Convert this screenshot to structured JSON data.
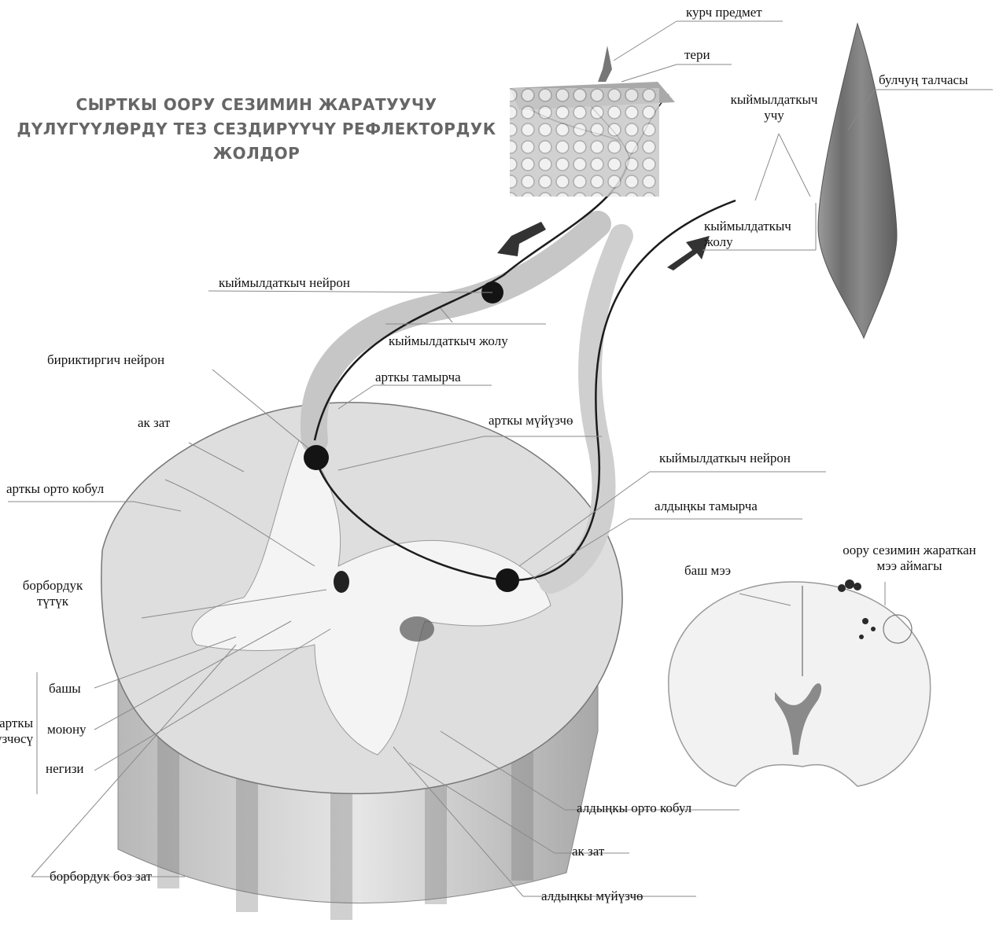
{
  "title": {
    "line1": "СЫРТКЫ ООРУ СЕЗИМИН ЖАРАТУУЧУ",
    "line2": "ДҮЛҮГҮҮЛӨРДҮ ТЕЗ СЕЗДИРҮҮЧҮ РЕФЛЕКТОРДУК",
    "line3": "ЖОЛДОР"
  },
  "labels": {
    "sharp_object": "курч предмет",
    "skin": "тери",
    "muscle_fiber": "булчуң талчасы",
    "motor_ending_1": "кыймылдаткыч",
    "motor_ending_2": "учу",
    "motor_path_right_1": "кыймылдаткыч",
    "motor_path_right_2": "жолу",
    "motor_neuron_top": "кыймылдаткыч нейрон",
    "motor_path_mid": "кыймылдаткыч жолу",
    "interneuron": "бириктиргич нейрон",
    "dorsal_root": "арткы тамырча",
    "white_matter_top": "ак зат",
    "dorsal_horn": "арткы мүйүзчө",
    "motor_neuron_lower": "кыймылдаткыч нейрон",
    "dorsal_median": "арткы орто кобул",
    "ventral_root": "алдыңкы тамырча",
    "pain_area_1": "оору сезимин жараткан",
    "pain_area_2": "мээ аймагы",
    "brain": "баш мээ",
    "central_canal_1": "борбордук",
    "central_canal_2": "түтүк",
    "head": "башы",
    "dorsal_horn_group_1": "арткы",
    "dorsal_horn_group_2": "мүйүзчөсү",
    "neck": "моюну",
    "base": "негизи",
    "ventral_median": "алдыңкы орто кобул",
    "white_matter_bottom": "ак зат",
    "central_gray": "борбордук боз зат",
    "ventral_horn": "алдыңкы мүйүзчө"
  },
  "colors": {
    "title": "#666666",
    "nerve_path": "#1c1c1c",
    "neuron": "#141414",
    "cord_fill": "#d6d6d6",
    "cord_dark": "#a0a0a0",
    "muscle": "#7a7a7a",
    "brain_lesion": "#2a2a2a"
  }
}
